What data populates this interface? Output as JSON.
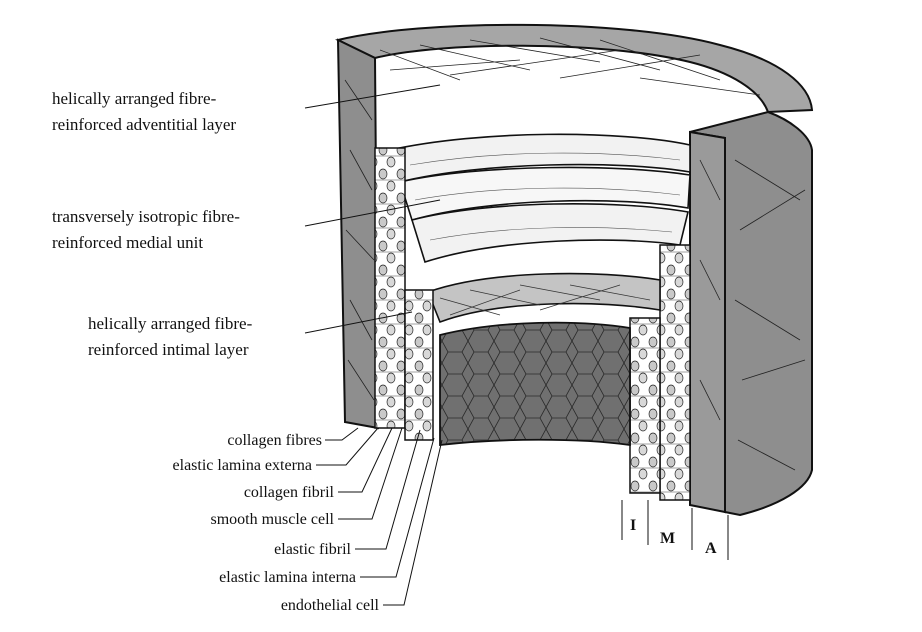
{
  "labels": {
    "adventitia_line1": "helically arranged fibre-",
    "adventitia_line2": "reinforced adventitial layer",
    "media_line1": "transversely isotropic fibre-",
    "media_line2": "reinforced medial unit",
    "intima_line1": "helically arranged fibre-",
    "intima_line2": "reinforced intimal layer",
    "collagen_fibres": "collagen fibres",
    "elastic_lamina_externa": "elastic lamina externa",
    "collagen_fibril": "collagen fibril",
    "smooth_muscle_cell": "smooth muscle cell",
    "elastic_fibril": "elastic fibril",
    "elastic_lamina_interna": "elastic lamina interna",
    "endothelial_cell": "endothelial cell"
  },
  "layer_markers": {
    "intima": "I",
    "media": "M",
    "adventitia": "A"
  },
  "colors": {
    "adventitia_fill": "#8e8e8e",
    "adventitia_top": "#a6a6a6",
    "media_fill": "#f2f2f2",
    "intima_fill": "#bdbdbd",
    "endothelium_fill": "#6f6f6f",
    "outline": "#111111"
  }
}
